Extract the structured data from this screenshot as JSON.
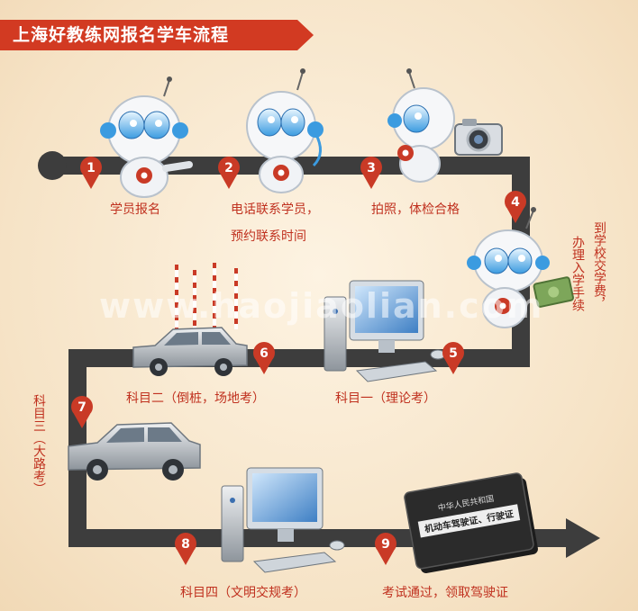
{
  "title": "上海好教练网报名学车流程",
  "watermark": "www.haojiaolian.com",
  "colors": {
    "path": "#3d3d3d",
    "pin": "#c93a26",
    "label": "#c0311f",
    "banner": "#d23a22"
  },
  "steps": [
    {
      "number": "1",
      "label_lines": [
        "学员报名"
      ]
    },
    {
      "number": "2",
      "label_lines": [
        "电话联系学员，",
        "预约联系时间"
      ]
    },
    {
      "number": "3",
      "label_lines": [
        "拍照，体检合格"
      ]
    },
    {
      "number": "4",
      "label_lines": [
        "到学校交学费，",
        "办理入学手续"
      ]
    },
    {
      "number": "5",
      "label_lines": [
        "科目一（理论考）"
      ]
    },
    {
      "number": "6",
      "label_lines": [
        "科目二（倒桩，场地考）"
      ]
    },
    {
      "number": "7",
      "label_lines": [
        "科目三（大路考）"
      ]
    },
    {
      "number": "8",
      "label_lines": [
        "科目四（文明交规考）"
      ]
    },
    {
      "number": "9",
      "label_lines": [
        "考试通过，领取驾驶证"
      ]
    }
  ],
  "license_book": {
    "line1": "中华人民共和国",
    "line2": "机动车驾驶证、行驶证"
  },
  "icons": [
    "robot-icon",
    "camera-icon",
    "money-icon",
    "computer-icon",
    "car-icon",
    "license-book-icon"
  ]
}
